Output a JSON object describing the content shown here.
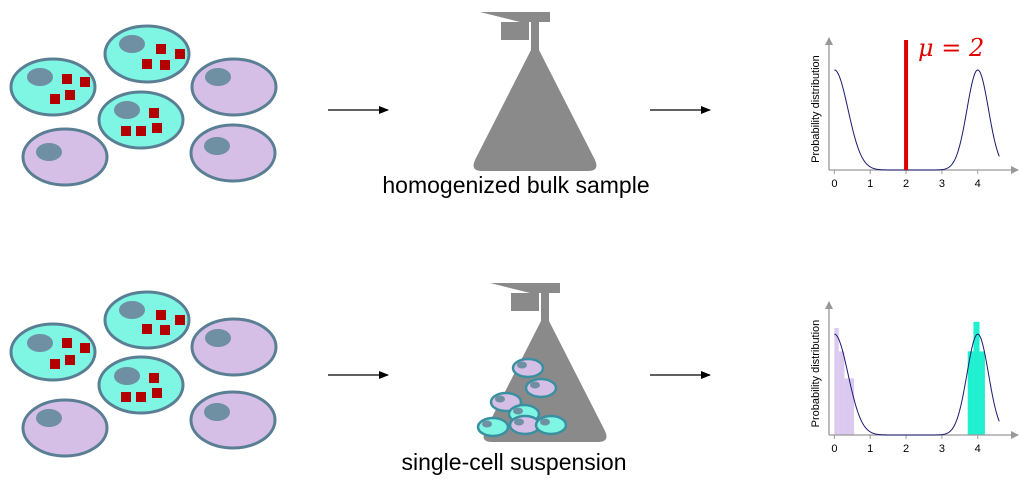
{
  "captions": {
    "top": "homogenized bulk sample",
    "bottom": "single-cell suspension"
  },
  "colors": {
    "cell_cyan": "#7ff5e3",
    "cell_purple": "#d6bfe6",
    "cell_border": "#5a7f94",
    "nucleus": "#6f8fa3",
    "marker": "#b50000",
    "flask": "#8a8a8a",
    "curve": "#1a1a6e",
    "mean_line": "#e00000",
    "hist_purple": "#dcc9ef",
    "hist_cyan": "#1ff0cf"
  },
  "charts": {
    "top": {
      "type": "line",
      "ylabel": "Probability distribution",
      "xticks": [
        "0",
        "1",
        "2",
        "3",
        "4"
      ],
      "xlim": [
        -0.15,
        4.9
      ],
      "peaks": [
        {
          "mean": 0,
          "sd": 0.38
        },
        {
          "mean": 4,
          "sd": 0.3
        }
      ],
      "mean_label": "μ = 2",
      "mean_value": 2
    },
    "bottom": {
      "type": "line",
      "ylabel": "Probability distribution",
      "xticks": [
        "0",
        "1",
        "2",
        "3",
        "4"
      ],
      "xlim": [
        -0.15,
        4.9
      ],
      "peaks": [
        {
          "mean": 0,
          "sd": 0.38
        },
        {
          "mean": 4,
          "sd": 0.3
        }
      ],
      "histogram": [
        {
          "x0": 0.0,
          "x1": 0.12,
          "height": 0.87,
          "group": "purple"
        },
        {
          "x0": 0.12,
          "x1": 0.28,
          "height": 0.68,
          "group": "purple"
        },
        {
          "x0": 0.28,
          "x1": 0.55,
          "height": 0.46,
          "group": "purple"
        },
        {
          "x0": 3.72,
          "x1": 3.88,
          "height": 0.68,
          "group": "cyan"
        },
        {
          "x0": 3.88,
          "x1": 4.05,
          "height": 0.92,
          "group": "cyan"
        },
        {
          "x0": 4.05,
          "x1": 4.2,
          "height": 0.68,
          "group": "cyan"
        }
      ]
    }
  }
}
